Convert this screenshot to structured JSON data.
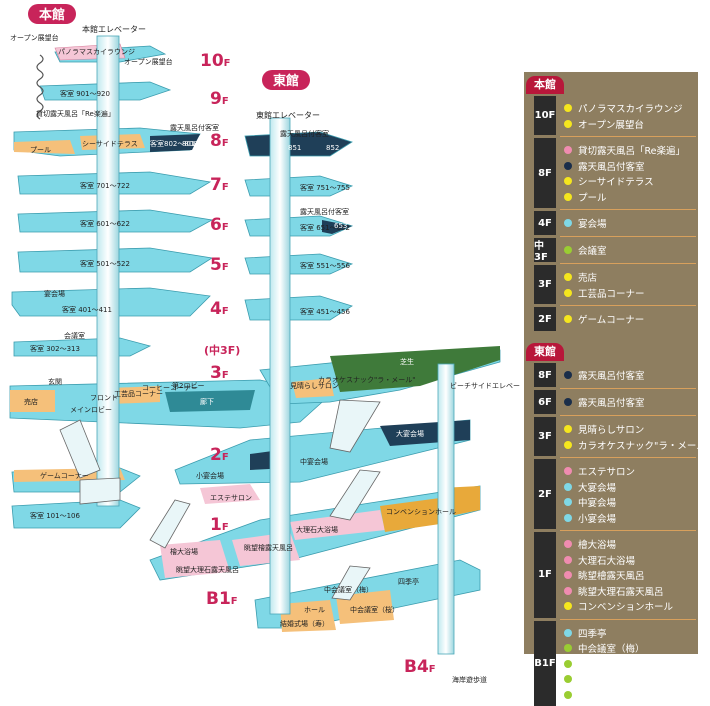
{
  "buildings": {
    "main": "本館",
    "east": "東館"
  },
  "floors": {
    "f10": "10",
    "f9": "9",
    "f8": "8",
    "f7": "7",
    "f6": "6",
    "f5": "5",
    "f4": "4",
    "f3m": "(中3",
    "f3": "3",
    "f2": "2",
    "f1": "1",
    "b1": "B1",
    "b4": "B4",
    "suffix": "F"
  },
  "labels": {
    "main_elevator": "本館エレベーター",
    "open_deck_left": "オープン展望台",
    "panorama_lounge": "パノラマスカイラウンジ",
    "open_deck_right": "オープン展望台",
    "r901": "客室 901～920",
    "kashikiri": "貸切露天風呂「Re楽遍」",
    "rotenburo_room_main": "露天風呂付客室",
    "pool": "プール",
    "seaside_terrace": "シーサイドテラス",
    "r802": "客室802～808",
    "r801": "801",
    "r701": "客室 701～722",
    "r601": "客室 601～622",
    "r501": "客室 501～522",
    "banquet4f": "宴会場",
    "r401": "客室 401～411",
    "meeting_room": "会議室",
    "r302": "客室 302～313",
    "entrance": "玄関",
    "shop": "売店",
    "front": "フロント",
    "kogei": "工芸品コーナー",
    "coffee": "コーヒーコーナー",
    "lobby2": "第2ロビー",
    "main_lobby": "メインロビー",
    "corridor": "廊下",
    "game_corner": "ゲームコーナー",
    "r101": "客室 101～106",
    "east_elevator": "東館エレベーター",
    "rotenburo_room_east8": "露天風呂付客室",
    "r851": "851",
    "r852": "852",
    "r751": "客室 751～755",
    "rotenburo_room_east6": "露天風呂付客室",
    "r651": "客室 651～652",
    "r653": "653",
    "r551": "客室 551～556",
    "r451": "客室 451～456",
    "miharashi": "見晴らしサロン",
    "karaoke": "カラオケスナック\"ラ・メール\"",
    "beachside_elevator": "ビーチサイドエレベーター",
    "hall_big": "大宴会場",
    "hall_mid": "中宴会場",
    "hall_small": "小宴会場",
    "esthe": "エステサロン",
    "convention": "コンベンションホール",
    "dairiseki": "大理石大浴場",
    "chobo_hinoki": "眺望檜露天風呂",
    "hinoki": "檜大浴場",
    "chobo_dairiseki": "眺望大理石露天風呂",
    "shikitei": "四季亭",
    "mid_conf_ume": "中会議室（梅）",
    "mid_conf_sakura": "中会議室（桜）",
    "hall": "ホール",
    "wedding": "結婚式場（寿）",
    "kaigan": "海岸遊歩道",
    "lawn": "芝生"
  },
  "legend": {
    "main_head": "本館",
    "east_head": "東館",
    "main": [
      {
        "floor": "10F",
        "items": [
          {
            "text": "パノラマスカイラウンジ",
            "color": "#f5e61e"
          },
          {
            "text": "オープン展望台",
            "color": "#f5e61e"
          }
        ]
      },
      {
        "floor": "8F",
        "items": [
          {
            "text": "貸切露天風呂「Re楽遍」",
            "color": "#f08cb0"
          },
          {
            "text": "露天風呂付客室",
            "color": "#1a2e4a"
          },
          {
            "text": "シーサイドテラス",
            "color": "#f5e61e"
          },
          {
            "text": "プール",
            "color": "#f5e61e"
          }
        ]
      },
      {
        "floor": "4F",
        "items": [
          {
            "text": "宴会場",
            "color": "#7fd8e6"
          }
        ]
      },
      {
        "floor": "中3F",
        "items": [
          {
            "text": "会議室",
            "color": "#9acd32"
          }
        ]
      },
      {
        "floor": "3F",
        "items": [
          {
            "text": "売店",
            "color": "#f5e61e"
          },
          {
            "text": "工芸品コーナー",
            "color": "#f5e61e"
          }
        ]
      },
      {
        "floor": "2F",
        "items": [
          {
            "text": "ゲームコーナー",
            "color": "#f5e61e"
          }
        ]
      }
    ],
    "east": [
      {
        "floor": "8F",
        "items": [
          {
            "text": "露天風呂付客室",
            "color": "#1a2e4a"
          }
        ]
      },
      {
        "floor": "6F",
        "items": [
          {
            "text": "露天風呂付客室",
            "color": "#1a2e4a"
          }
        ]
      },
      {
        "floor": "3F",
        "items": [
          {
            "text": "見晴らしサロン",
            "color": "#f5e61e"
          },
          {
            "text": "カラオケスナック\"ラ・メール\"",
            "color": "#f5e61e"
          }
        ]
      },
      {
        "floor": "2F",
        "items": [
          {
            "text": "エステサロン",
            "color": "#f08cb0"
          },
          {
            "text": "大宴会場",
            "color": "#7fd8e6"
          },
          {
            "text": "中宴会場",
            "color": "#7fd8e6"
          },
          {
            "text": "小宴会場",
            "color": "#7fd8e6"
          }
        ]
      },
      {
        "floor": "1F",
        "items": [
          {
            "text": "檜大浴場",
            "color": "#f08cb0"
          },
          {
            "text": "大理石大浴場",
            "color": "#f08cb0"
          },
          {
            "text": "眺望檜露天風呂",
            "color": "#f08cb0"
          },
          {
            "text": "眺望大理石露天風呂",
            "color": "#f08cb0"
          },
          {
            "text": "コンベンションホール",
            "color": "#f5e61e"
          }
        ]
      },
      {
        "floor": "B1F",
        "items": [
          {
            "text": "四季亭",
            "color": "#7fd8e6"
          },
          {
            "text": "中会議室（梅）",
            "color": "#9acd32"
          },
          {
            "text": "中会議室（桜）",
            "color": "#9acd32"
          },
          {
            "text": "ホール",
            "color": "#9acd32"
          },
          {
            "text": "結婚式場（寿）",
            "color": "#9acd32"
          }
        ]
      }
    ]
  },
  "colors": {
    "slab": "#7fd8e6",
    "slab_edge": "#4aa7b8",
    "orange": "#f5c07a",
    "pink": "#f5c6d6",
    "green": "#3f7a3a",
    "navy": "#1f3f58",
    "gold": "#e8a93a",
    "floor_text": "#c8245a",
    "legend_bg": "#8e7e60",
    "legend_head": "#b8173a"
  }
}
